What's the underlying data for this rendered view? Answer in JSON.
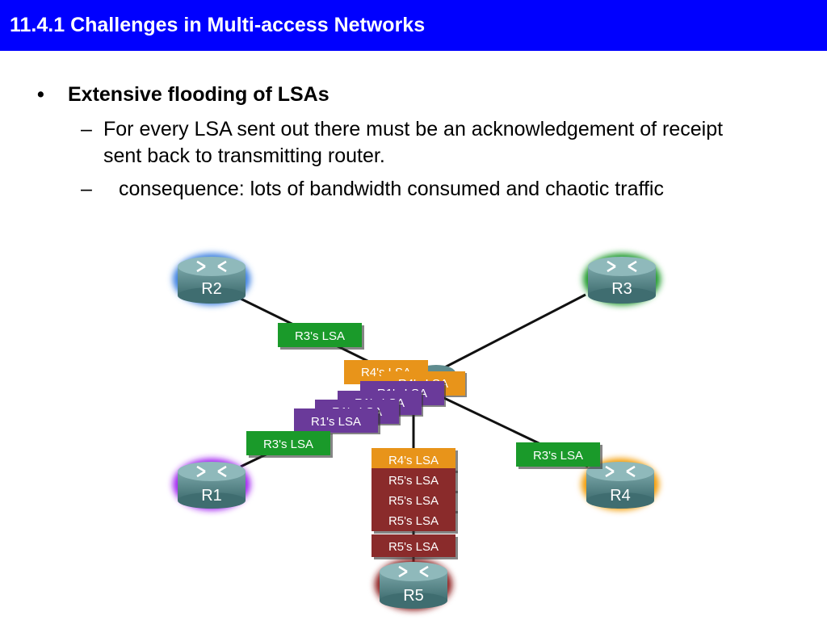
{
  "slide": {
    "title": "11.4.1 Challenges in Multi-access Networks",
    "bullets": [
      {
        "marker": "•",
        "text": "Extensive flooding of LSAs"
      },
      {
        "marker": "–",
        "text": "For every LSA sent out there must be an acknowledgement of receipt sent back to transmitting router."
      },
      {
        "marker": "–",
        "text": "consequence:  lots of bandwidth consumed and chaotic traffic"
      }
    ]
  },
  "diagram": {
    "colors": {
      "title_bar": "#0000ff",
      "r1_glow": "#a020f0",
      "r2_glow": "#3a7fe0",
      "r3_glow": "#1f9a2a",
      "r4_glow": "#f39a00",
      "r5_glow": "#8b1a1a",
      "lsa_green": "#1a9a2a",
      "lsa_orange": "#e8941a",
      "lsa_purple": "#6a3a9a",
      "lsa_maroon": "#8a2b2b",
      "router_body": "#5f8c8f"
    },
    "routers": {
      "r1": "R1",
      "r2": "R2",
      "r3": "R3",
      "r4": "R4",
      "r5": "R5"
    },
    "lsas": {
      "r3_top": "R3's LSA",
      "r3_left": "R3's LSA",
      "r3_right": "R3's LSA",
      "r4_center": "R4's LSA",
      "r4_center2": "R4's LSA",
      "r1_a": "R1's LSA",
      "r1_b": "R1's LSA",
      "r1_c": "R1's LSA",
      "r1_front": "R1's LSA",
      "r4_bottom": "R4's LSA",
      "r5_1": "R5's LSA",
      "r5_2": "R5's LSA",
      "r5_3": "R5's LSA",
      "r5_4": "R5's LSA"
    }
  }
}
